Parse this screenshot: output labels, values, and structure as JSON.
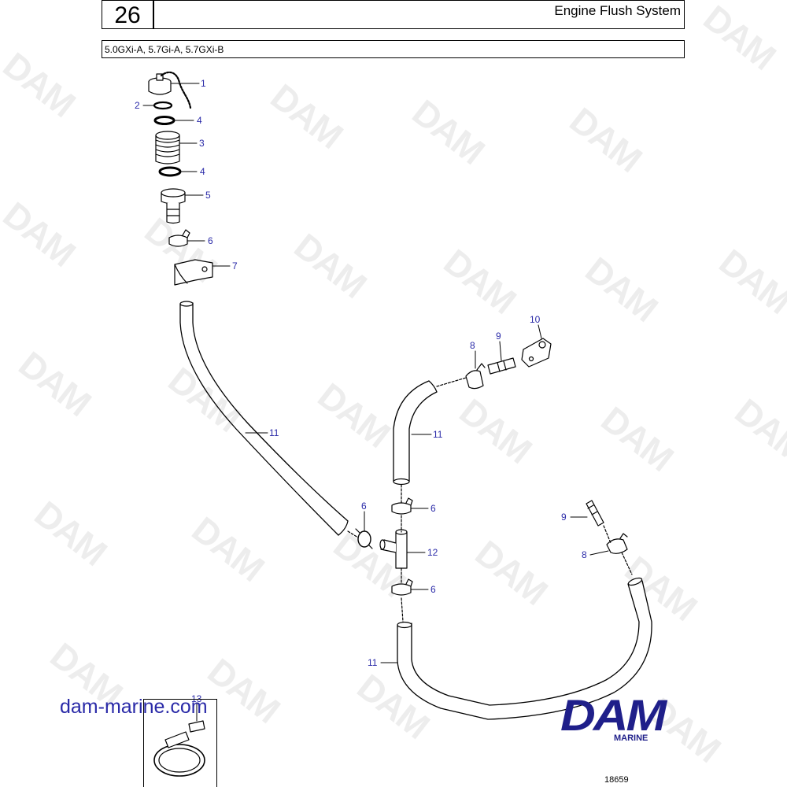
{
  "header": {
    "section_number": "26",
    "title": "Engine Flush System",
    "models": "5.0GXi-A, 5.7Gi-A, 5.7GXi-B"
  },
  "callouts": {
    "c1": "1",
    "c2": "2",
    "c4a": "4",
    "c3": "3",
    "c4b": "4",
    "c5": "5",
    "c6a": "6",
    "c7": "7",
    "c10": "10",
    "c8a": "8",
    "c9a": "9",
    "c11a": "11",
    "c11b": "11",
    "c6b": "6",
    "c6c": "6",
    "c12": "12",
    "c6d": "6",
    "c9b": "9",
    "c8b": "8",
    "c11c": "11",
    "c13": "13"
  },
  "footer": {
    "website": "dam-marine.com",
    "brand": "DAM",
    "brand_sub": "MARINE",
    "figure_id": "18659"
  },
  "watermark": "DAM",
  "colors": {
    "callout": "#2a2aa8",
    "brand": "#1f1f8a",
    "line": "#000000"
  }
}
